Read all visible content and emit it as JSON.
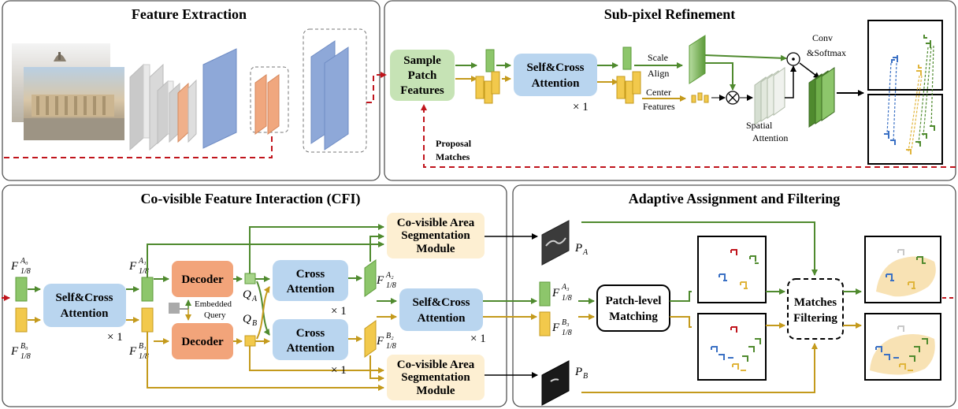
{
  "panels": {
    "feature_extraction": "Feature Extraction",
    "subpixel": "Sub-pixel Refinement",
    "cfi": "Co-visible Feature Interaction (CFI)",
    "aaf": "Adaptive Assignment and Filtering"
  },
  "subpixel": {
    "sample_line1": "Sample",
    "sample_line2": "Patch",
    "sample_line3": "Features",
    "selfcross_line1": "Self&Cross",
    "selfcross_line2": "Attention",
    "times": "× 1",
    "scale_align_1": "Scale",
    "scale_align_2": "Align",
    "center_features_1": "Center",
    "center_features_2": "Features",
    "spatial_attention_1": "Spatial",
    "spatial_attention_2": "Attention",
    "conv_softmax_1": "Conv",
    "conv_softmax_2": "&Softmax",
    "proposal_1": "Proposal",
    "proposal_2": "Matches"
  },
  "cfi": {
    "selfcross_line1": "Self&Cross",
    "selfcross_line2": "Attention",
    "times1": "× 1",
    "decoder": "Decoder",
    "embedded_1": "Embedded",
    "embedded_2": "Query",
    "cross_line1": "Cross",
    "cross_line2": "Attention",
    "times2": "× 1",
    "times3": "× 1",
    "seg_line1": "Co-visible Area",
    "seg_line2": "Segmentation",
    "seg_line3": "Module",
    "selfcross2_line1": "Self&Cross",
    "selfcross2_line2": "Attention",
    "times4": "× 1",
    "qa": "Q",
    "qa_sub": "A",
    "qb": "Q",
    "qb_sub": "B",
    "f": "F",
    "f_1_8": "1/8",
    "a0": "A₀",
    "b0": "B₀",
    "a1": "A₁",
    "b1": "B₁",
    "a2": "A₂",
    "b2": "B₂"
  },
  "aaf": {
    "patch_line1": "Patch-level",
    "patch_line2": "Matching",
    "filter_line1": "Matches",
    "filter_line2": "Filtering",
    "pa": "P",
    "pa_sub": "A",
    "pb": "P",
    "pb_sub": "B",
    "a3": "A₃",
    "b3": "B₃"
  },
  "colors": {
    "green_feature": "#8dc66b",
    "yellow_feature": "#f2c94c",
    "blue_box": "#b9d5ef",
    "orange_box": "#f2a47a",
    "sample_box": "#c6e3b5",
    "seg_box": "#fdefd2",
    "green_arrow": "#4f8a2e",
    "yellow_arrow": "#c49a1c",
    "red_dash": "#c0141c"
  }
}
